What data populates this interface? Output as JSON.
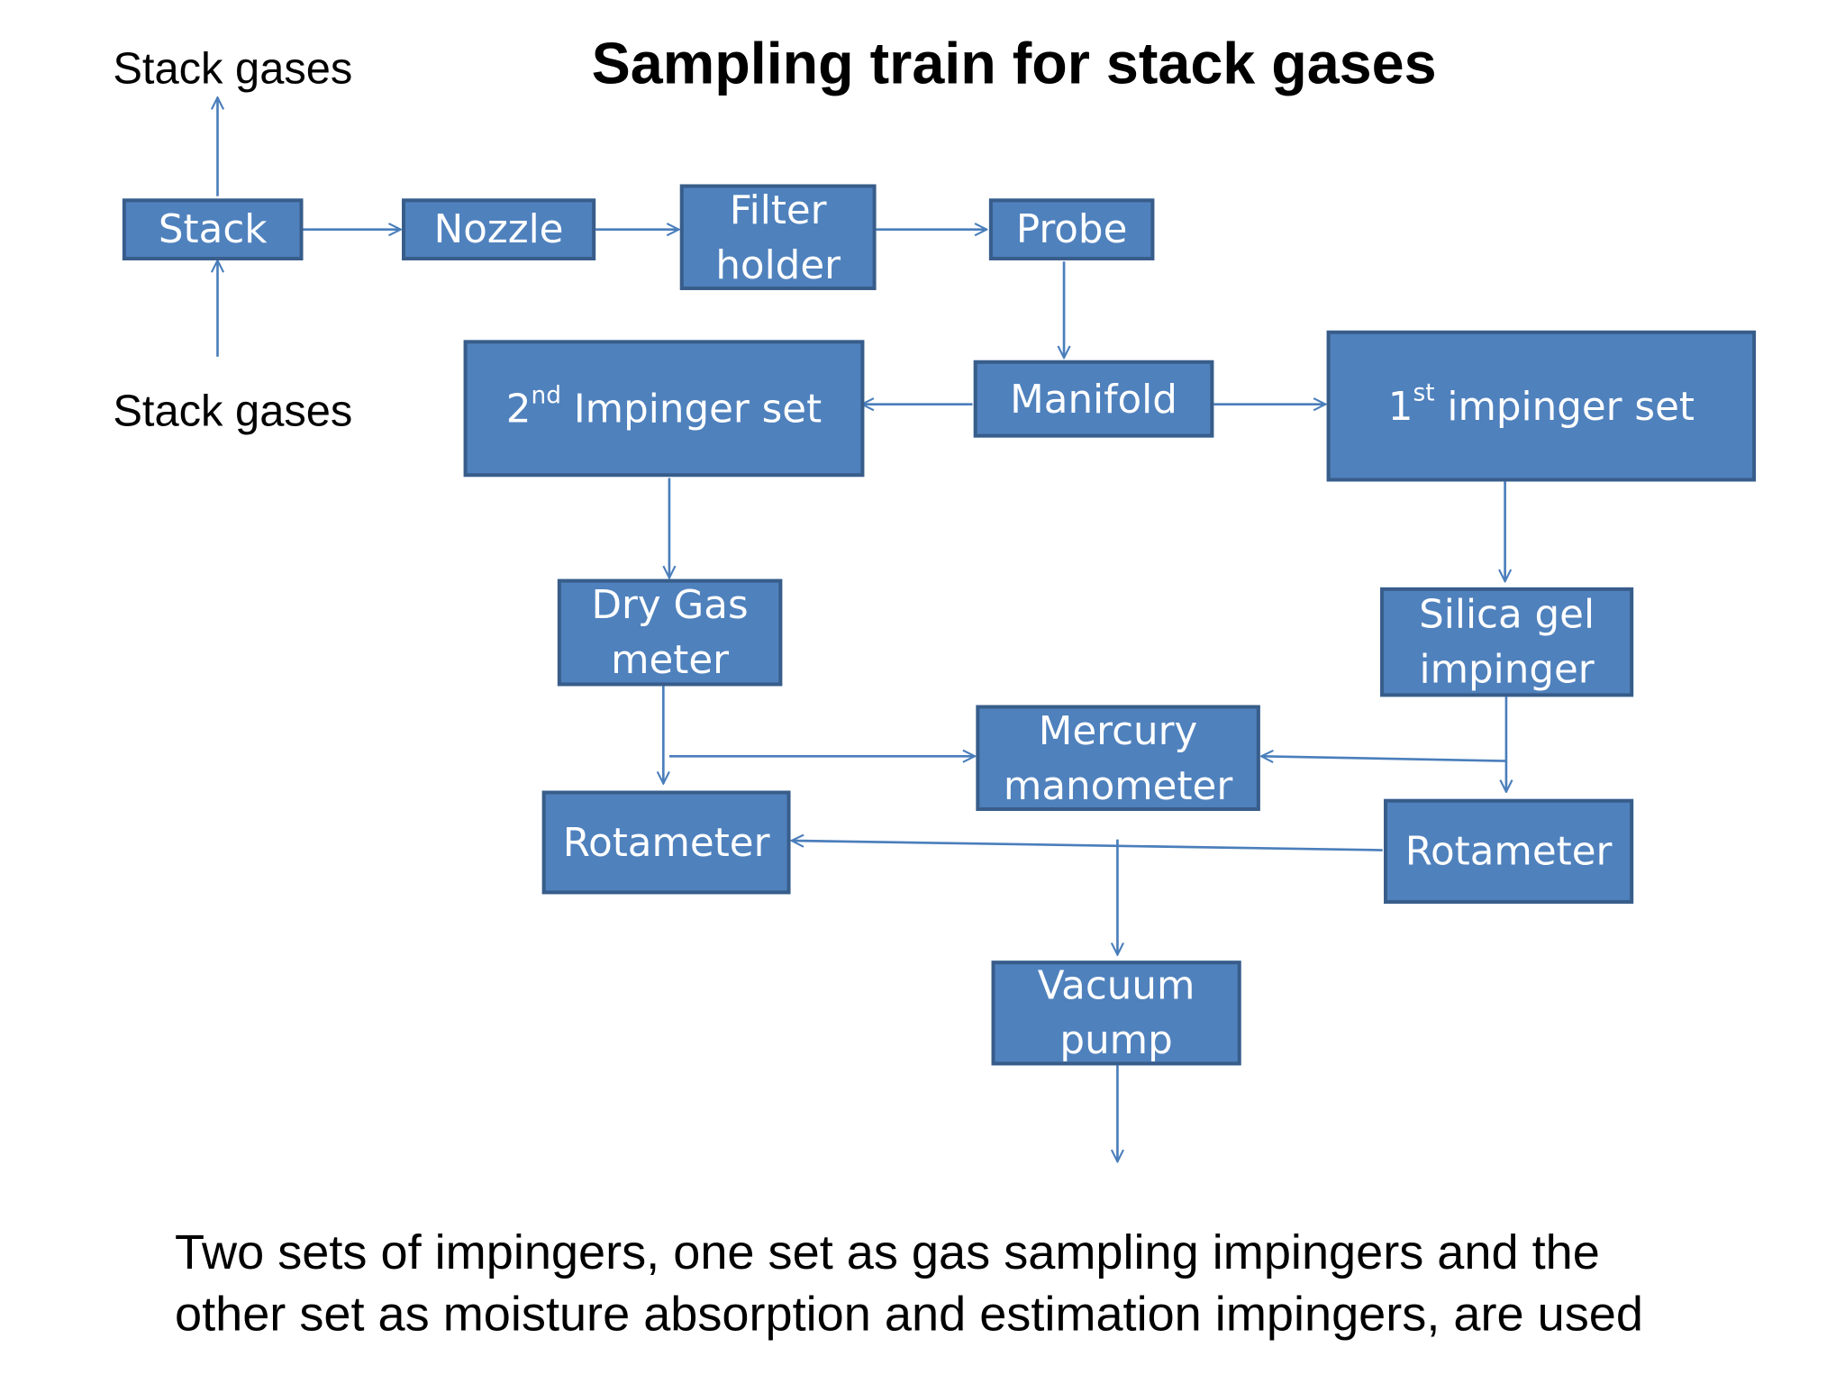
{
  "title": "Sampling train for stack gases",
  "side_labels": {
    "top": "Stack gases",
    "bottom": "Stack gases"
  },
  "nodes": {
    "stack": "Stack",
    "nozzle": "Nozzle",
    "filter_holder": {
      "line1": "Filter",
      "line2": "holder"
    },
    "probe": "Probe",
    "manifold": "Manifold",
    "second_impinger": {
      "num": "2",
      "sup": "nd",
      "rest": " Impinger set"
    },
    "first_impinger": {
      "num": "1",
      "sup": "st",
      "rest": " impinger set"
    },
    "dry_gas_meter": {
      "line1": "Dry Gas",
      "line2": "meter"
    },
    "silica_gel": {
      "line1": "Silica gel",
      "line2": "impinger"
    },
    "mercury_manometer": {
      "line1": "Mercury",
      "line2": "manometer"
    },
    "rotameter_left": "Rotameter",
    "rotameter_right": "Rotameter",
    "vacuum_pump": {
      "line1": "Vacuum",
      "line2": "pump"
    }
  },
  "note": "Two sets of impingers, one set as gas sampling impingers and the other set as moisture absorption and estimation impingers, are used",
  "colors": {
    "box_fill": "#4f81bd",
    "box_border": "#385d8a",
    "connector": "#4a7ebb",
    "box_text": "#ffffff"
  }
}
